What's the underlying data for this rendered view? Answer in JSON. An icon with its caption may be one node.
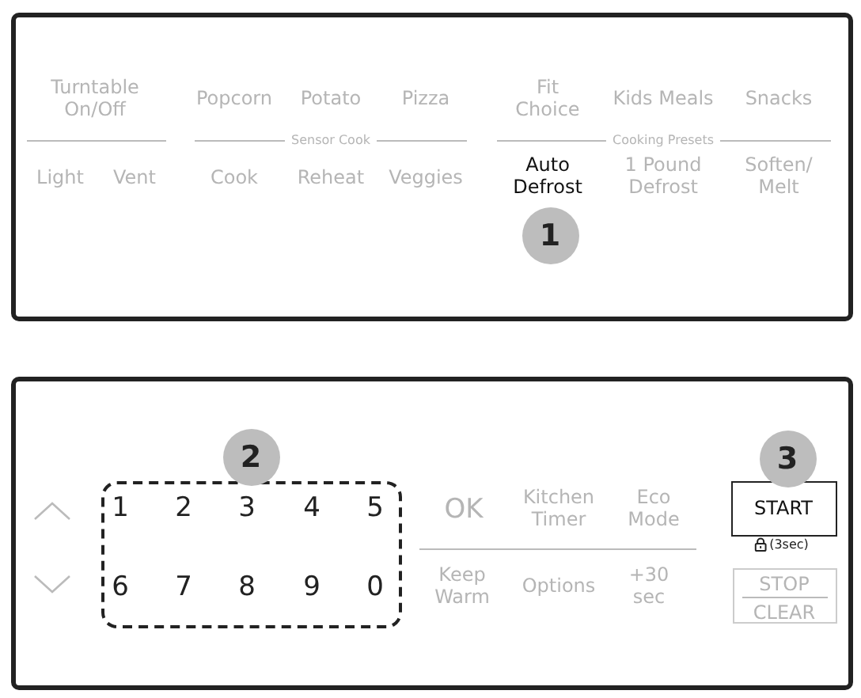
{
  "diagram": {
    "nodes": [
      {
        "text": [],
        "shape": "box"
      },
      {
        "text": [
          "1"
        ],
        "in": 0
      },
      {
        "text": [],
        "shape": "box"
      },
      {
        "text": [
          "2"
        ],
        "in": 2
      },
      {
        "text": [],
        "shape": "box",
        "in": 2
      },
      {
        "text": [
          "START"
        ],
        "in": 2,
        "beside": [
          "(3sec)"
        ]
      },
      {
        "text": [
          "3"
        ],
        "in": 2
      },
      {
        "text": [
          "STOP",
          "CLEAR"
        ],
        "in": 2
      }
    ],
    "edges": [],
    "labels": [
      "Turntable On/Off",
      "Popcorn",
      "Potato",
      "Pizza",
      "Fit Choice",
      "Kids Meals",
      "Snacks",
      "Sensor Cook",
      "Cooking Presets",
      "Light",
      "Vent",
      "Cook",
      "Reheat",
      "Veggies",
      "Auto Defrost",
      "1 Pound Defrost",
      "Soften/ Melt",
      "1",
      "2",
      "3",
      "4",
      "5",
      "OK",
      "Kitchen Timer",
      "Eco Mode",
      "6",
      "7",
      "8",
      "9",
      "0",
      "Keep Warm",
      "Options",
      "+30 sec"
    ]
  }
}
